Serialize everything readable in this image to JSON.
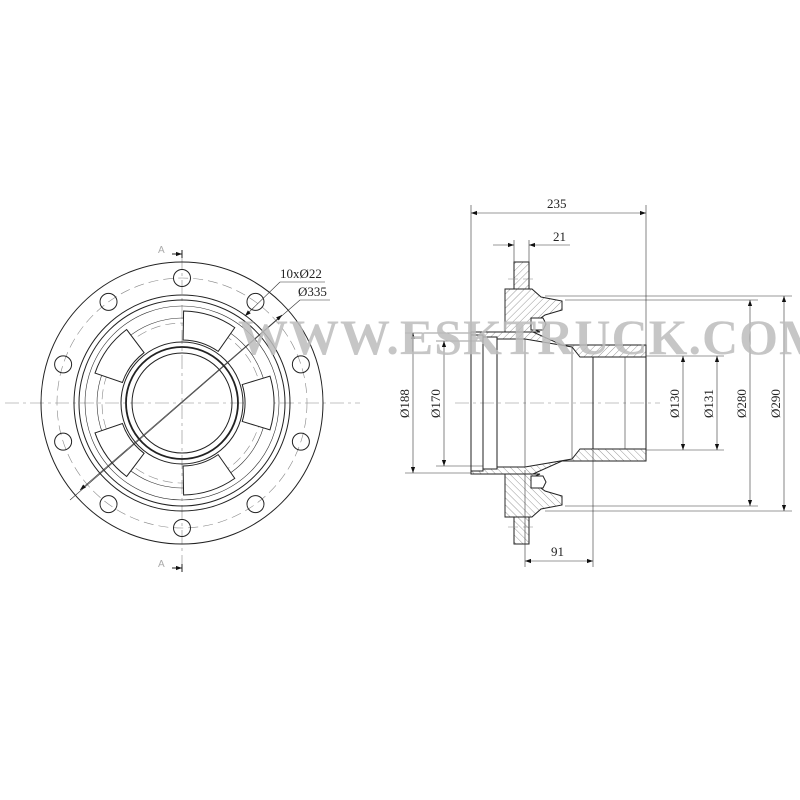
{
  "watermark": "WWW.ESKTRUCK.COM",
  "front_view": {
    "section_label_top": "A",
    "section_label_bottom": "A",
    "bolt_holes_label": "10xØ22",
    "bolt_circle_label": "Ø335",
    "bolt_hole_count": 10,
    "pocket_count": 5
  },
  "side_view": {
    "overall_length": "235",
    "flange_thickness": "21",
    "flange_offset": "91",
    "dia_188": "Ø188",
    "dia_170": "Ø170",
    "dia_130": "Ø130",
    "dia_131": "Ø131",
    "dia_280": "Ø280",
    "dia_290": "Ø290"
  },
  "colors": {
    "line": "#222222",
    "watermark": "#bdbdbd"
  }
}
